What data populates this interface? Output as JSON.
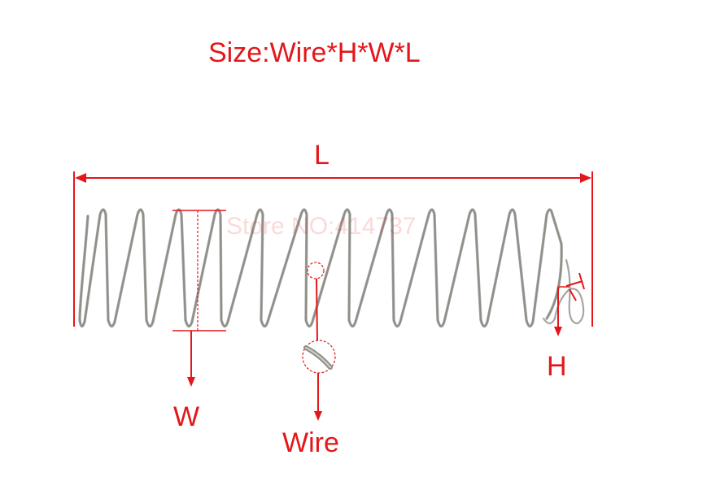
{
  "title": "Size:Wire*H*W*L",
  "watermark": "Store NO:414737",
  "labels": {
    "L": "L",
    "W": "W",
    "Wire": "Wire",
    "H": "H"
  },
  "colors": {
    "annotation": "#e3171b",
    "spring": "#8f8f89",
    "background": "#ffffff"
  }
}
